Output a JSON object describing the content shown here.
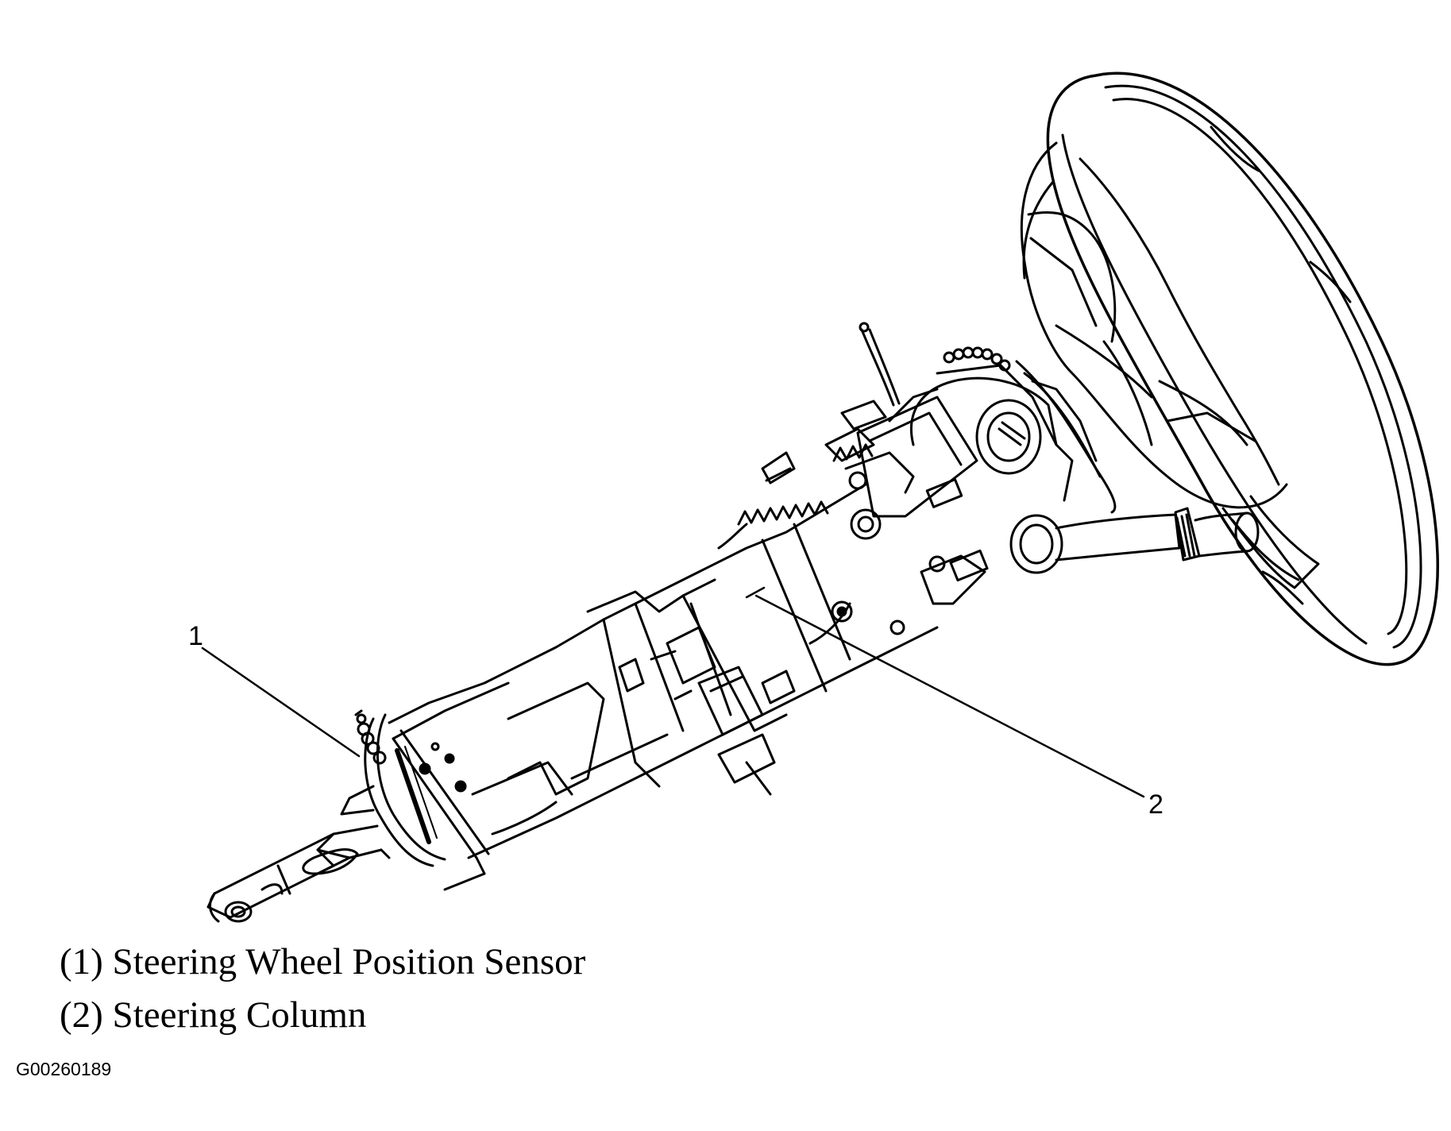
{
  "callouts": [
    {
      "number": "1",
      "part": "Steering Wheel Position Sensor"
    },
    {
      "number": "2",
      "part": "Steering Column"
    }
  ],
  "legend": [
    "(1) Steering Wheel Position Sensor",
    "(2) Steering Column"
  ],
  "figure_id": "G00260189",
  "colors": {
    "ink": "#000000",
    "paper": "#ffffff"
  }
}
